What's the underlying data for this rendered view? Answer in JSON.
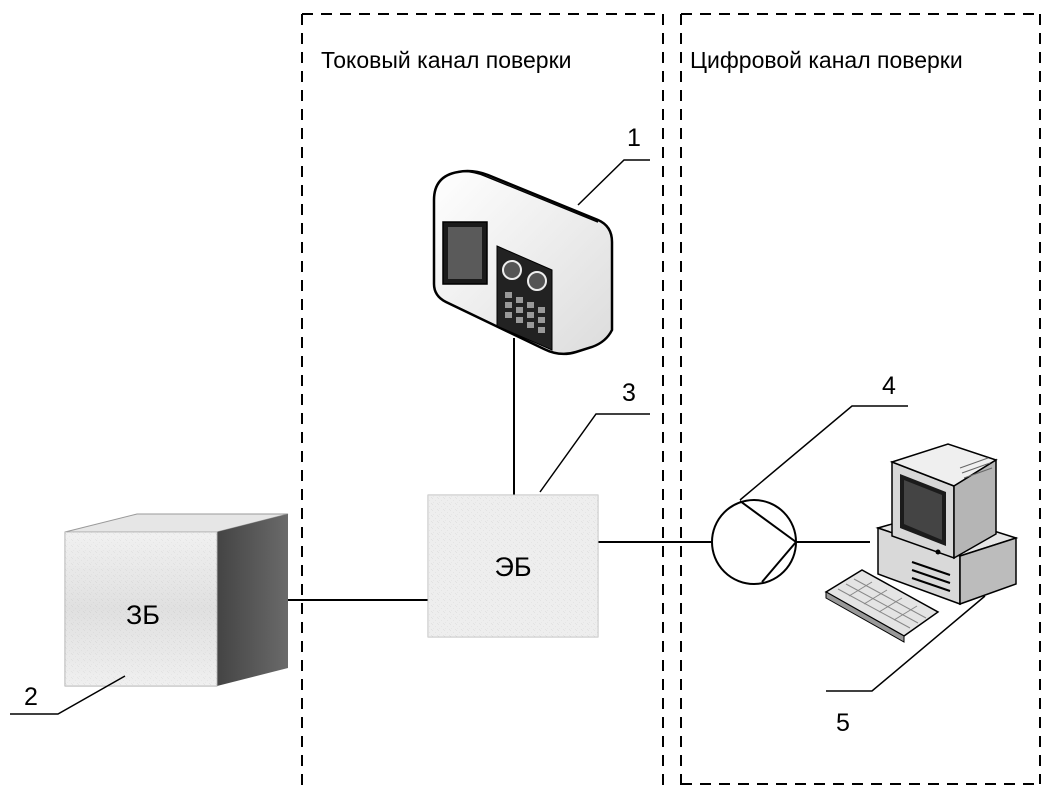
{
  "sections": {
    "current_channel": "Токовый канал поверки",
    "digital_channel": "Цифровой канал поверки"
  },
  "blocks": {
    "zb": "ЗБ",
    "eb": "ЭБ"
  },
  "callouts": [
    "1",
    "2",
    "3",
    "4",
    "5"
  ],
  "icons": {
    "device_1": "calibrator-device-icon",
    "device_4": "converter-circle-icon",
    "device_5": "computer-icon"
  }
}
